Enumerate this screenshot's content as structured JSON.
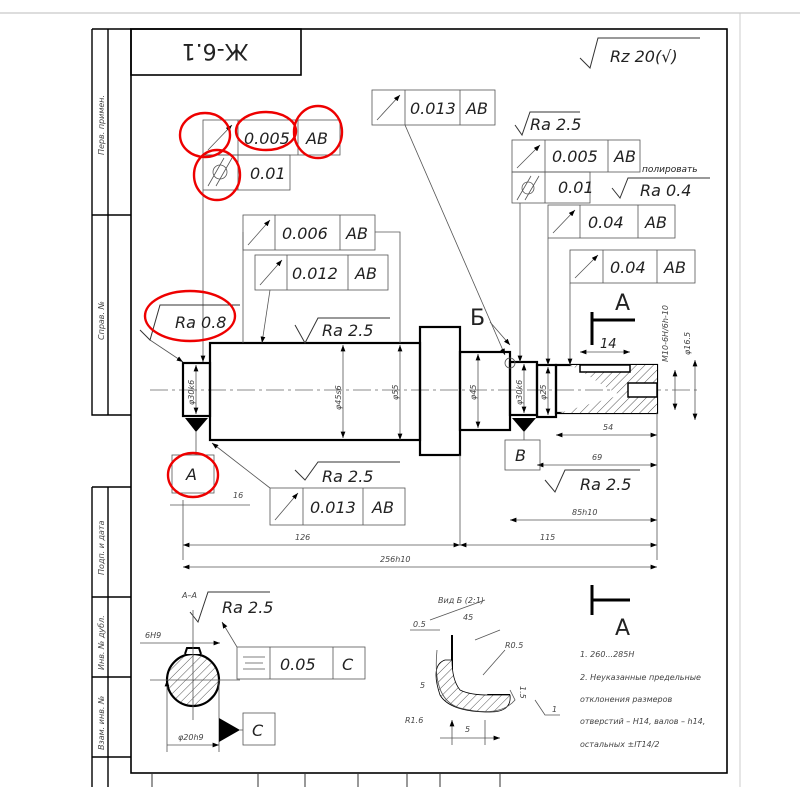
{
  "drawing": {
    "title": "Ж-6.1",
    "roughness_general": "Rz 20(√)",
    "side_strip": [
      "Перв. примен.",
      "Справ. №",
      "Подп. и дата",
      "Инв. № дубл.",
      "Взам. инв. №"
    ],
    "tolerance_frames": [
      {
        "symbol": "runout",
        "value": "0.005",
        "datum": "AB"
      },
      {
        "symbol": "cylindricity",
        "value": "0.01"
      },
      {
        "symbol": "runout",
        "value": "0.006",
        "datum": "AB"
      },
      {
        "symbol": "runout",
        "value": "0.012",
        "datum": "AB"
      },
      {
        "symbol": "runout",
        "value": "0.013",
        "datum": "AB"
      },
      {
        "symbol": "runout",
        "value": "0.005",
        "datum": "AB"
      },
      {
        "symbol": "cylindricity",
        "value": "0.01"
      },
      {
        "symbol": "runout",
        "value": "0.04",
        "datum": "AB"
      },
      {
        "symbol": "runout",
        "value": "0.04",
        "datum": "AB"
      },
      {
        "symbol": "runout",
        "value": "0.013",
        "datum": "AB"
      },
      {
        "symbol": "symmetry",
        "value": "0.05",
        "datum": "C"
      }
    ],
    "roughness": [
      "Ra 0.8",
      "Ra 2.5",
      "Ra 2.5",
      "Ra 2.5",
      "Ra 0.4",
      "Ra 2.5",
      "Ra 2.5"
    ],
    "polish_note": "полировать",
    "datums": [
      "A",
      "B",
      "C"
    ],
    "view_label": "Б",
    "section_label": "A",
    "dimensions": {
      "d_left": "φ30k6",
      "d_body": "φ45s6",
      "d_collar": "φ55",
      "d_step": "φ45",
      "d_right": "φ30k6",
      "d_small": "φ25",
      "thread": "M10-6H/6h-10",
      "d_end": "φ16.5",
      "key_len": "14",
      "l54": "54",
      "l69": "69",
      "l85": "85h10",
      "l16": "16",
      "l126": "126",
      "l115": "115",
      "l256": "256h10"
    },
    "section_aa": {
      "title": "A–A",
      "key_width": "6H9",
      "diameter": "φ20h9"
    },
    "view_b": {
      "title": "Вид Б (2:1)",
      "d05": "0.5",
      "angle": "45",
      "r05": "R0.5",
      "r16": "R1.6",
      "h5": "5",
      "w5": "5",
      "d15": "1.5",
      "leader1": "1"
    },
    "notes": [
      "1. 260...285H",
      "2. Неуказанные предельные",
      "отклонения размеров",
      "отверстий – H14, валов – h14,",
      "остальных ±IT14/2"
    ]
  }
}
